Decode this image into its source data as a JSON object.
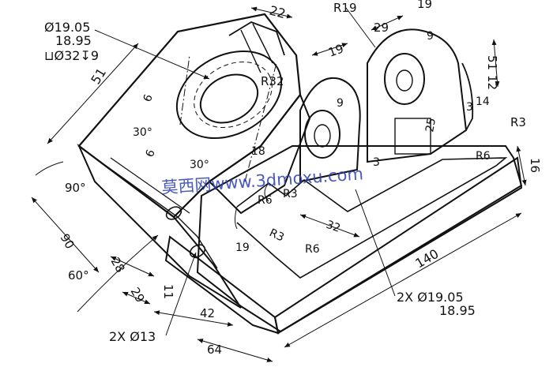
{
  "watermark": {
    "text": "莫西网www.3dmoxu.com"
  },
  "dimensions": {
    "bore_top_a": "Ø19.05",
    "bore_top_b": "18.95",
    "counterbore": "⊔Ø32↧9",
    "len_51_left": "51",
    "len_22": "22",
    "r19": "R19",
    "len_29_top": "29",
    "len_19_top": "19",
    "len_19_mid": "19",
    "len_51_right": "51",
    "len_12": "12",
    "len_14": "14",
    "len_3_a": "3",
    "r3_top": "R3",
    "r6_right": "R6",
    "len_16": "16",
    "r32": "R32",
    "len_9_top": "9",
    "len_9_mid": "9",
    "len_25": "25",
    "len_30_a": "30°",
    "len_30_b": "30°",
    "len_6_a": "6",
    "len_6_b": "6",
    "len_18": "18",
    "len_3_b": "3",
    "r6_left": "R6",
    "r3_mid": "R3",
    "r3_low": "R3",
    "len_32": "32",
    "r6_low": "R6",
    "len_19_low": "19",
    "ang_90": "90°",
    "len_90": "90",
    "ang_60": "60°",
    "len_28": "28",
    "len_29_low": "29",
    "len_11": "11",
    "len_42": "42",
    "len_64": "64",
    "hole_13": "2X Ø13",
    "len_140": "140",
    "bore_low_a": "2X Ø19.05",
    "bore_low_b": "18.95"
  }
}
